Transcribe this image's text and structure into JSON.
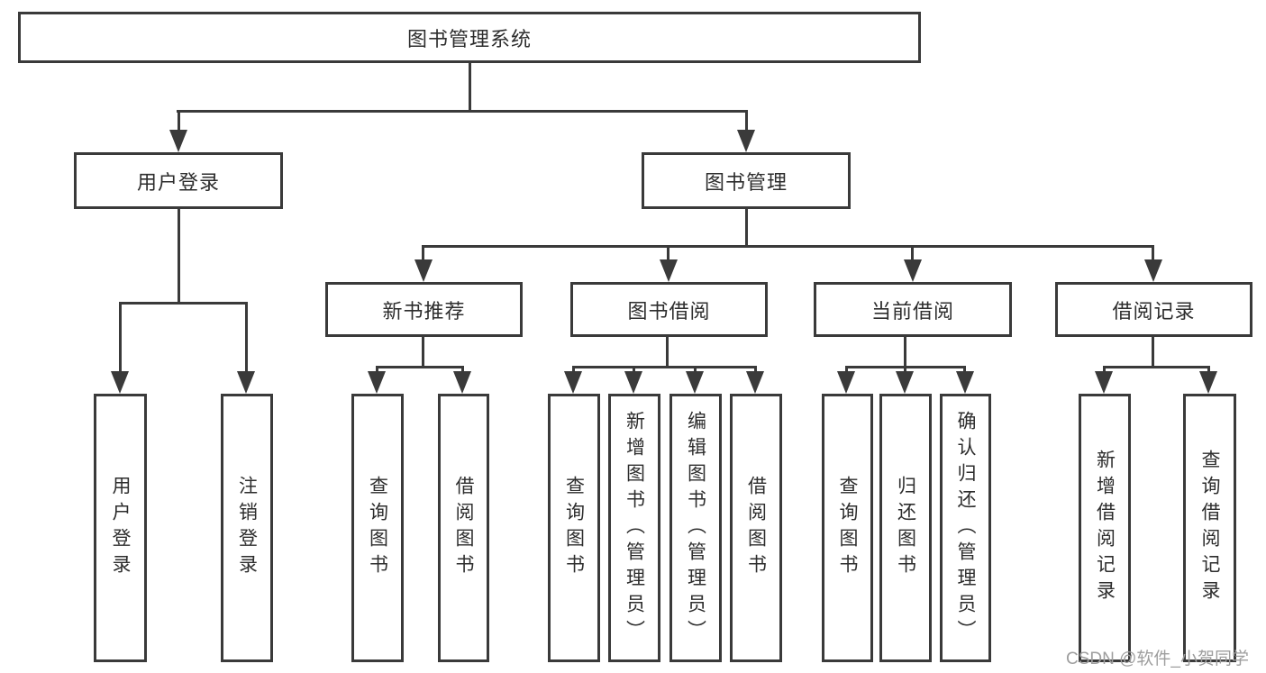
{
  "diagram": {
    "title": "图书管理系统",
    "branches": [
      {
        "label": "用户登录",
        "children": [
          {
            "label": "用户登录"
          },
          {
            "label": "注销登录"
          }
        ]
      },
      {
        "label": "图书管理",
        "children": [
          {
            "label": "新书推荐",
            "children": [
              {
                "label": "查询图书"
              },
              {
                "label": "借阅图书"
              }
            ]
          },
          {
            "label": "图书借阅",
            "children": [
              {
                "label": "查询图书"
              },
              {
                "label": "新增图书（管理员）"
              },
              {
                "label": "编辑图书（管理员）"
              },
              {
                "label": "借阅图书"
              }
            ]
          },
          {
            "label": "当前借阅",
            "children": [
              {
                "label": "查询图书"
              },
              {
                "label": "归还图书"
              },
              {
                "label": "确认归还（管理员）"
              }
            ]
          },
          {
            "label": "借阅记录",
            "children": [
              {
                "label": "新增借阅记录"
              },
              {
                "label": "查询借阅记录"
              }
            ]
          }
        ]
      }
    ]
  },
  "watermark": {
    "text": "CSDN @软件_小贺同学"
  },
  "colors": {
    "line": "#3a3a3a",
    "text": "#2d2d2d",
    "watermark": "#9e9e9e",
    "background": "#ffffff"
  }
}
